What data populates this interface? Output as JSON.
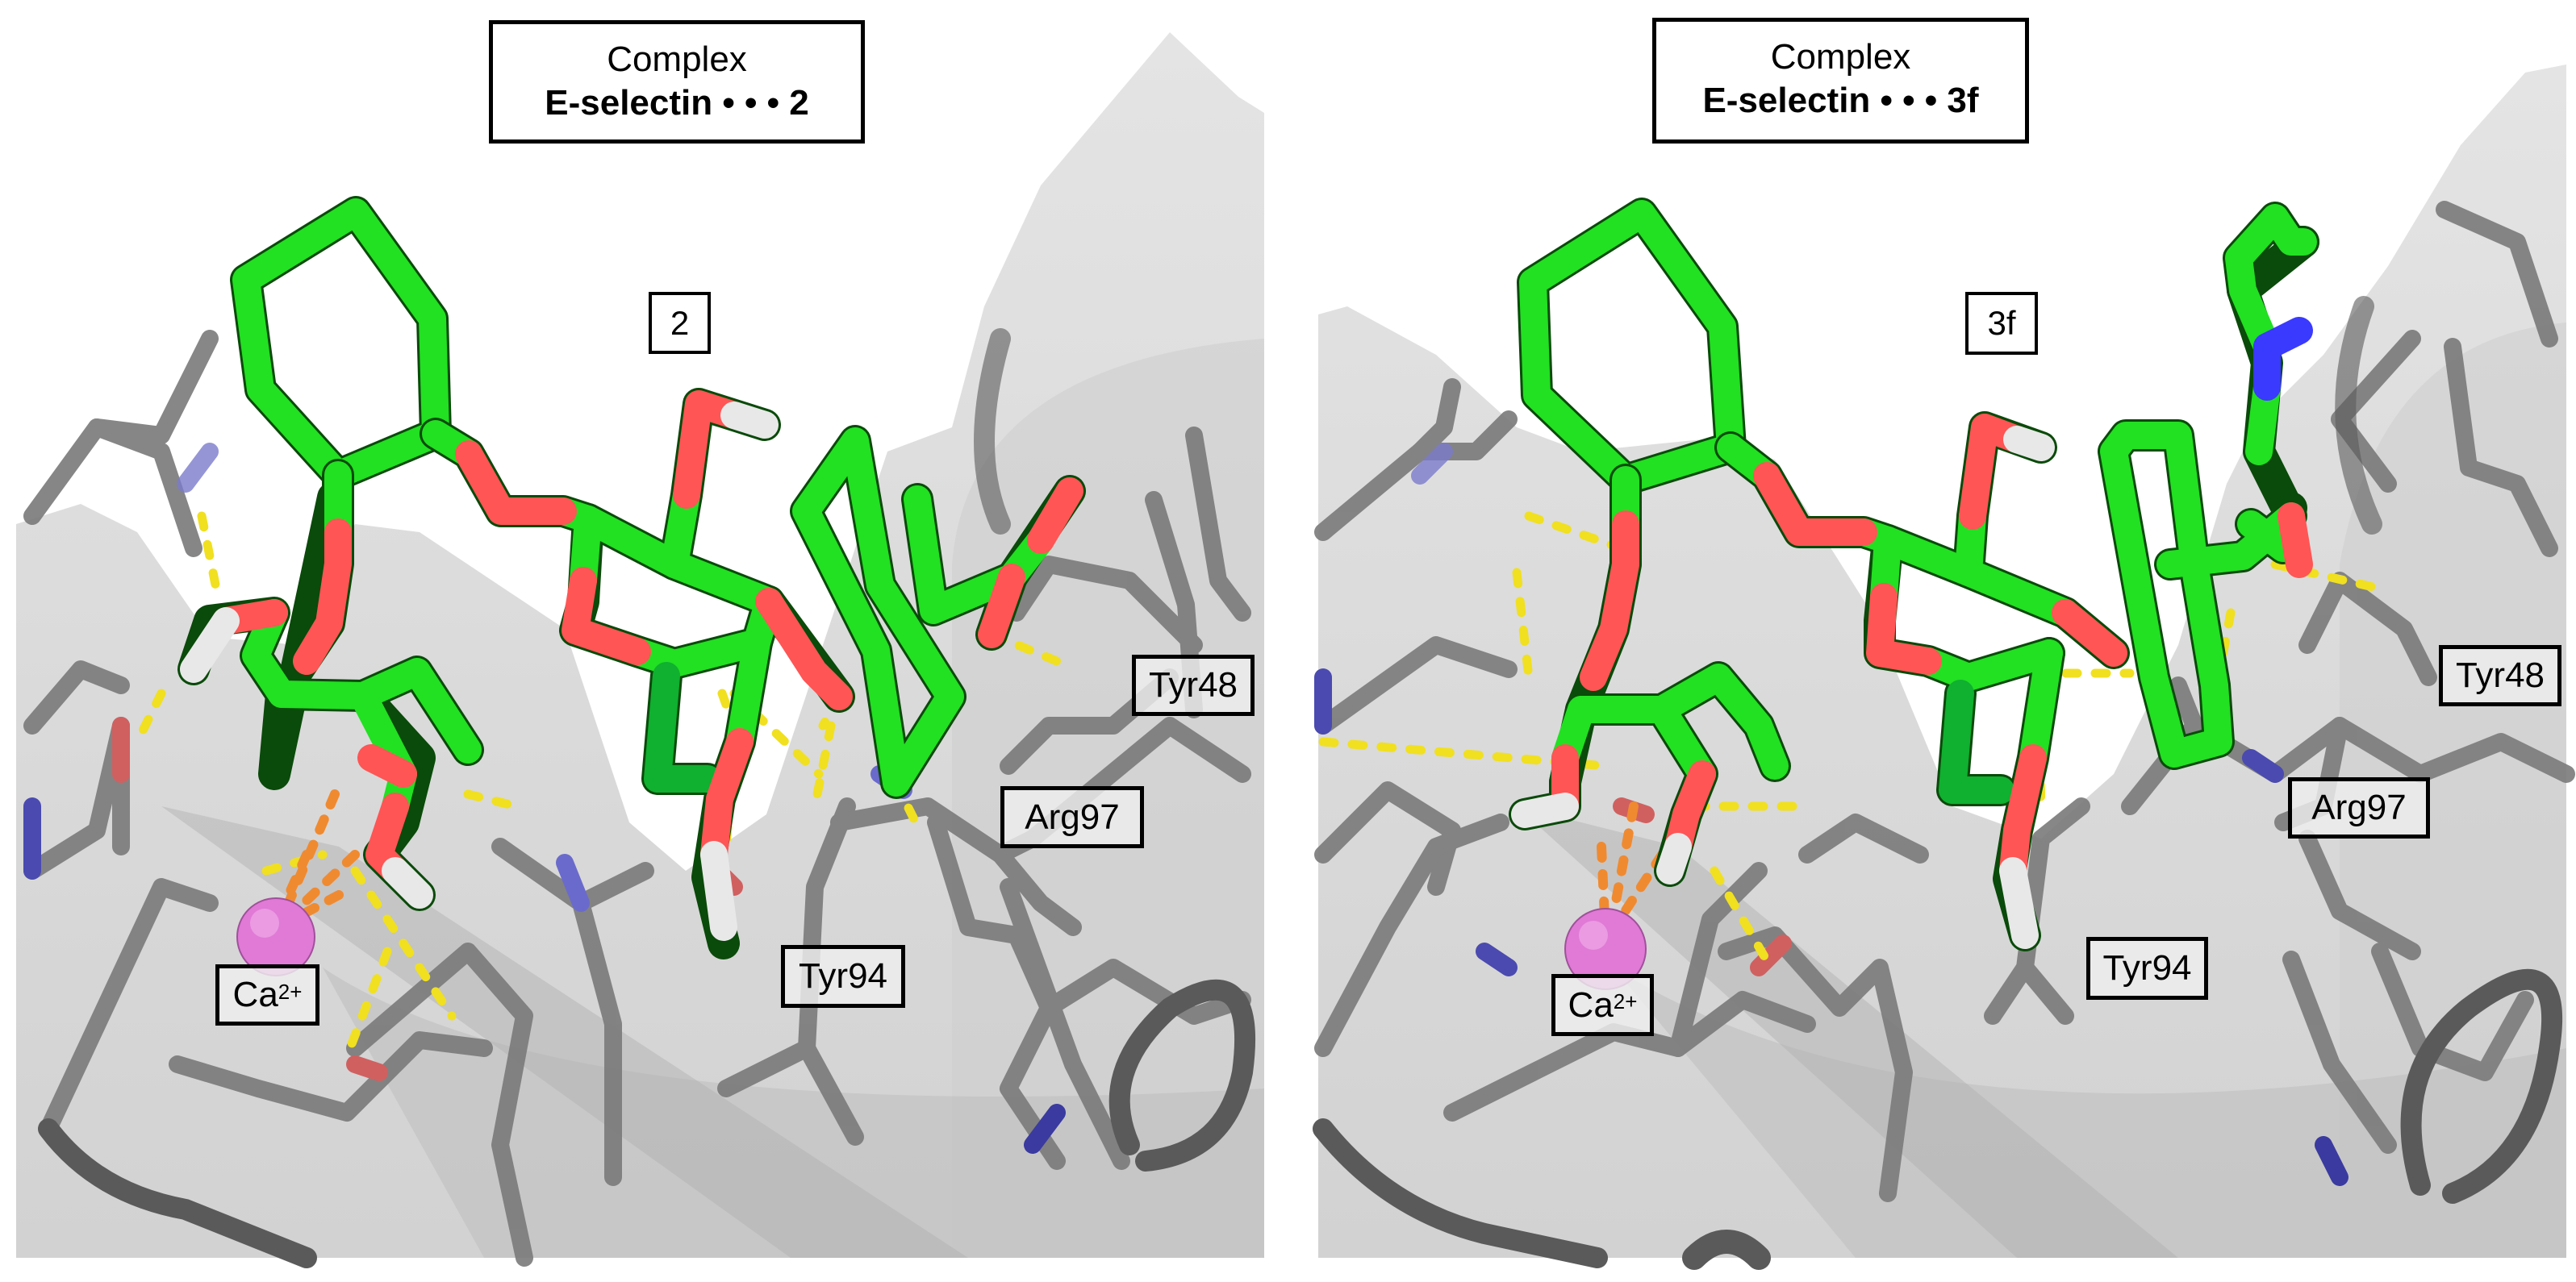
{
  "figure": {
    "panels": [
      {
        "id": "left",
        "title_line1": "Complex",
        "title_line2": "E-selectin • • • 2",
        "ligand_label": "2",
        "residue_labels": {
          "tyr48": "Tyr48",
          "arg97": "Arg97",
          "tyr94": "Tyr94",
          "ion_symbol": "Ca",
          "ion_charge": "2+"
        }
      },
      {
        "id": "right",
        "title_line1": "Complex",
        "title_line2": "E-selectin • • • 3f",
        "ligand_label": "3f",
        "residue_labels": {
          "tyr48": "Tyr48",
          "arg97": "Arg97",
          "tyr94": "Tyr94",
          "ion_symbol": "Ca",
          "ion_charge": "2+"
        }
      }
    ],
    "colors": {
      "ligand_carbon": "#22e022",
      "oxygen": "#ff5555",
      "nitrogen": "#3a3aff",
      "hydrogen": "#e8e8e8",
      "protein_carbon": "#7a7a7a",
      "hbond": "#f0e020",
      "metal_coordination": "#f08a30",
      "calcium": "#e07ad6",
      "surface": "#dcdcdc"
    }
  }
}
